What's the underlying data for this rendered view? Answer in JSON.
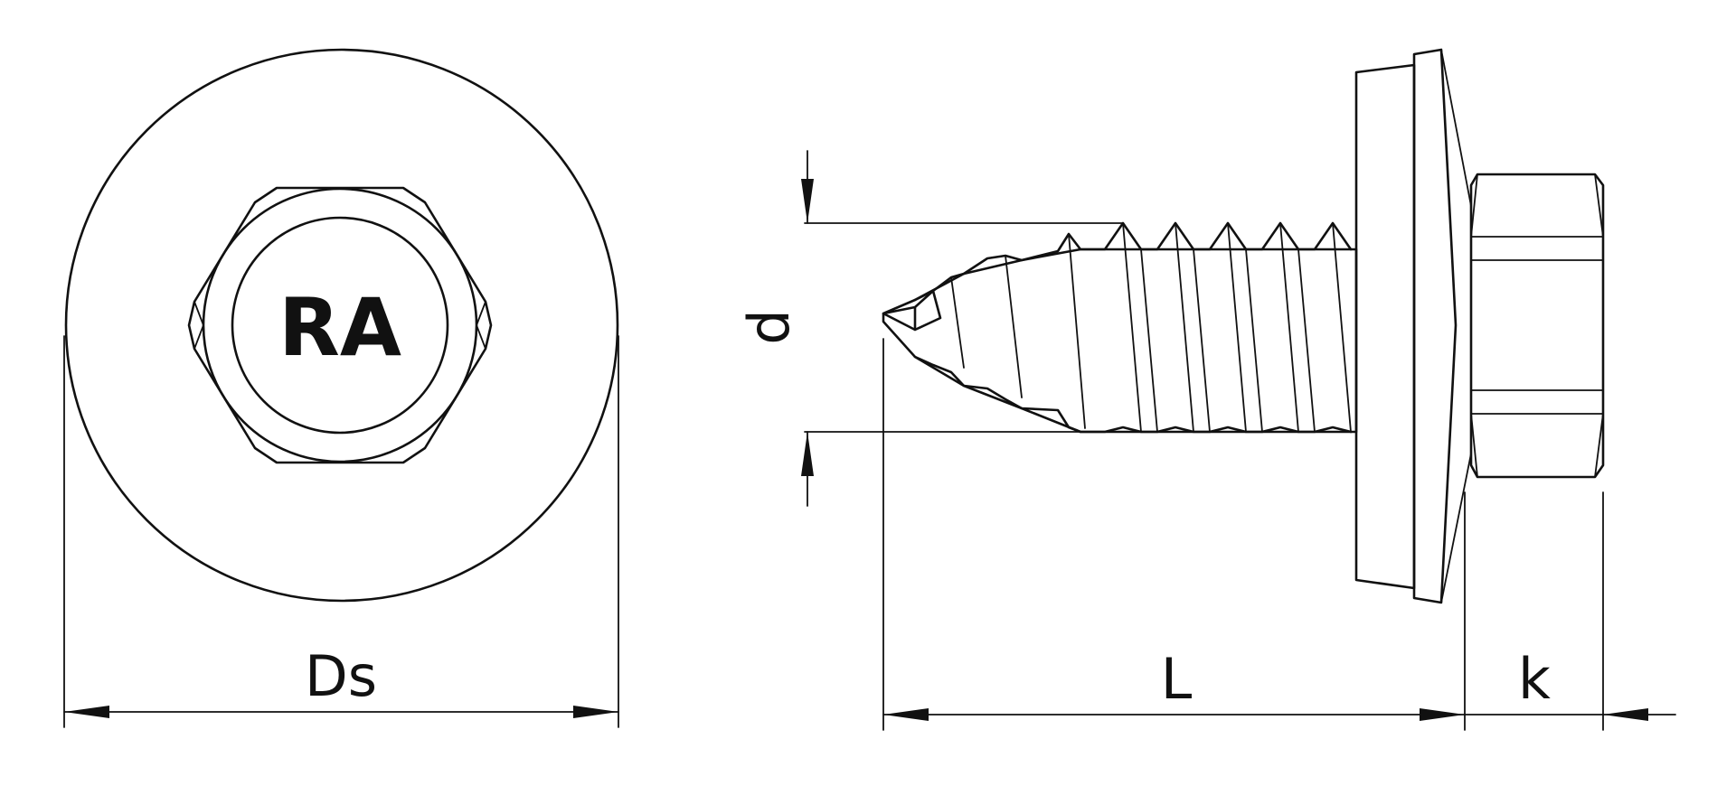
{
  "diagram": {
    "head_marking": "RA",
    "dimensions": {
      "washer_diameter": "Ds",
      "thread_diameter": "d",
      "length": "L",
      "head_height": "k"
    }
  }
}
